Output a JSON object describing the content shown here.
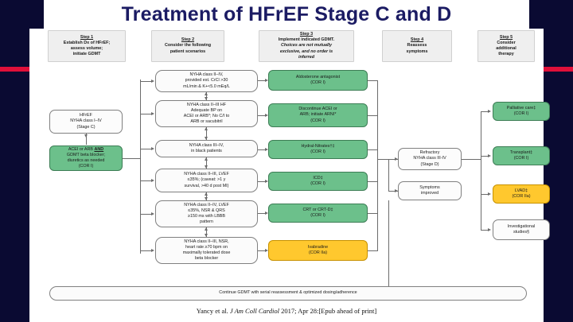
{
  "slide": {
    "title": "Treatment of HFrEF Stage C and D",
    "citation_author": "Yancy et al. ",
    "citation_journal": "J Am Coll Cardiol",
    "citation_rest": " 2017; Apr 28:[Epub ahead of print]",
    "accent_red": "#e0103a",
    "background": "#0a0a32",
    "title_color": "#1b1b63"
  },
  "steps": [
    {
      "id": "step1",
      "number": "Step 1",
      "text": "Establish Dx of HFrEF;\nassess volume;\ninitiate GDMT"
    },
    {
      "id": "step2",
      "number": "Step 2",
      "text": "Consider the following\npatient scenarios"
    },
    {
      "id": "step3",
      "number": "Step 3",
      "text": "Implement indicated GDMT.",
      "italic": "Choices are not mutually\nexclusive, and no order is\ninferred"
    },
    {
      "id": "step4",
      "number": "Step 4",
      "text": "Reassess\nsymptoms"
    },
    {
      "id": "step5",
      "number": "Step 5",
      "text": "Consider\nadditional\ntherapy"
    }
  ],
  "column1": [
    {
      "id": "dx",
      "style": "white",
      "lines": [
        "HFrEF",
        "NYHA class I–IV",
        "(Stage C)"
      ]
    },
    {
      "id": "gdmt",
      "style": "green",
      "lines": [
        "ACEI or ARB AND",
        "GDMT beta blocker;",
        "diuretics as needed",
        "(COR I)"
      ],
      "bold_and": true
    }
  ],
  "scenarios": [
    {
      "id": "sc1",
      "lines": [
        "NYHA class II–IV,",
        "provided est. CrCl >30",
        "mL/min & K+<5.0 mEq/L"
      ]
    },
    {
      "id": "sc2",
      "lines": [
        "NYHA class II–III HF",
        "Adequate BP on",
        "ACEI or ARB*; No C/I to",
        "ARB or sacubitril"
      ]
    },
    {
      "id": "sc3",
      "lines": [
        "NYHA class III–IV,",
        "in black patients"
      ]
    },
    {
      "id": "sc4",
      "lines": [
        "NYHA class II–III, LVEF",
        "≤35%; (caveat: >1 y",
        "survival, >40 d post MI)"
      ]
    },
    {
      "id": "sc5",
      "lines": [
        "NYHA class II–IV, LVEF",
        "≤35%, NSR & QRS",
        "≥150 ms with LBBB",
        "pattern"
      ]
    },
    {
      "id": "sc6",
      "lines": [
        "NYHA class II–III, NSR,",
        "heart rate ≥70 bpm on",
        "maximally tolerated dose",
        "beta blocker"
      ]
    }
  ],
  "treatments": [
    {
      "id": "tx1",
      "style": "green",
      "lines": [
        "Aldosterone antagonist",
        "(COR I)"
      ]
    },
    {
      "id": "tx2",
      "style": "green",
      "lines": [
        "Discontinue ACEI or",
        "ARB; initiate ARNI*",
        "(COR I)"
      ]
    },
    {
      "id": "tx3",
      "style": "green",
      "lines": [
        "Hydral-Nitrates†‡",
        "(COR I)"
      ]
    },
    {
      "id": "tx4",
      "style": "green",
      "lines": [
        "ICD‡",
        "(COR I)"
      ]
    },
    {
      "id": "tx5",
      "style": "green",
      "lines": [
        "CRT or CRT-D‡",
        "(COR I)"
      ]
    },
    {
      "id": "tx6",
      "style": "amber",
      "lines": [
        "Ivabradine",
        "(COR IIa)"
      ]
    }
  ],
  "reassess": [
    {
      "id": "rs1",
      "style": "white",
      "lines": [
        "Refractory",
        "NYHA class III-IV",
        "(Stage D)"
      ]
    },
    {
      "id": "rs2",
      "style": "white",
      "lines": [
        "Symptoms",
        "improved"
      ]
    }
  ],
  "additional": [
    {
      "id": "ad1",
      "style": "green",
      "lines": [
        "Palliative care‡",
        "(COR I)"
      ]
    },
    {
      "id": "ad2",
      "style": "green",
      "lines": [
        "Transplant‡",
        "(COR I)"
      ]
    },
    {
      "id": "ad3",
      "style": "amber",
      "lines": [
        "LVAD‡",
        "(COR IIa)"
      ]
    },
    {
      "id": "ad4",
      "style": "white",
      "lines": [
        "Investigational",
        "studies§"
      ]
    }
  ],
  "footer_bar": {
    "id": "continue",
    "text": "Continue GDMT with serial reassessment & optimized dosing/adherence"
  }
}
